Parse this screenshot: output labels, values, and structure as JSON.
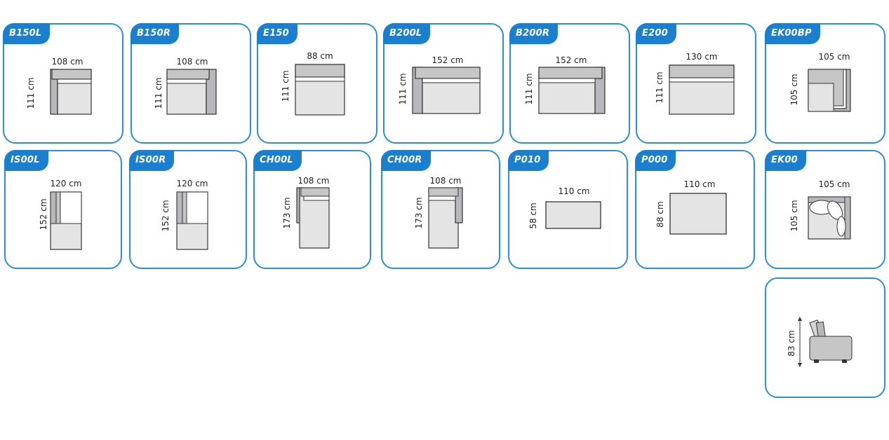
{
  "modules": [
    {
      "code": "B150L",
      "width": "108 cm",
      "depth": "111 cm"
    },
    {
      "code": "B150R",
      "width": "108 cm",
      "depth": "111 cm"
    },
    {
      "code": "E150",
      "width": "88 cm",
      "depth": "111 cm"
    },
    {
      "code": "B200L",
      "width": "152 cm",
      "depth": "111 cm"
    },
    {
      "code": "B200R",
      "width": "152 cm",
      "depth": "111 cm"
    },
    {
      "code": "E200",
      "width": "130 cm",
      "depth": "111 cm"
    },
    {
      "code": "EK00BP",
      "width": "105 cm",
      "depth": "105 cm"
    },
    {
      "code": "IS00L",
      "width": "120 cm",
      "depth": "152 cm"
    },
    {
      "code": "IS00R",
      "width": "120 cm",
      "depth": "152 cm"
    },
    {
      "code": "CH00L",
      "width": "108 cm",
      "depth": "173 cm"
    },
    {
      "code": "CH00R",
      "width": "108 cm",
      "depth": "173 cm"
    },
    {
      "code": "P010",
      "width": "110 cm",
      "depth": "58 cm"
    },
    {
      "code": "P000",
      "width": "110 cm",
      "depth": "88 cm"
    },
    {
      "code": "EK00",
      "width": "105 cm",
      "depth": "105 cm"
    }
  ],
  "side_view": {
    "height": "83 cm"
  },
  "colors": {
    "border": "#2a8fd6",
    "tag": "#1a7fcf",
    "fill": "#e4e4e4",
    "arm": "#b8b8bc",
    "stroke": "#333333"
  }
}
